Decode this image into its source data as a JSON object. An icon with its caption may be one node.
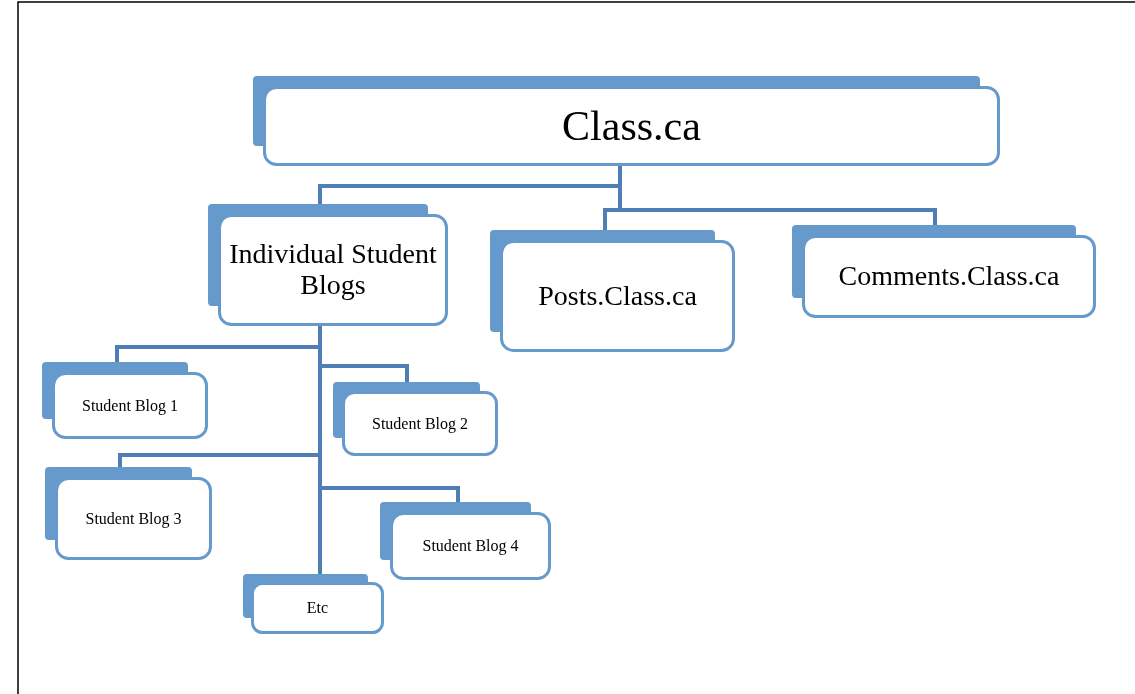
{
  "diagram": {
    "nodes": [
      {
        "text": [
          "Class.ca"
        ]
      },
      {
        "text": [
          "Individual Student Blogs"
        ]
      },
      {
        "text": [
          "Posts.Class.ca"
        ]
      },
      {
        "text": [
          "Comments.Class.ca"
        ]
      },
      {
        "text": [
          "Student Blog 1"
        ]
      },
      {
        "text": [
          "Student Blog 2"
        ]
      },
      {
        "text": [
          "Student Blog 3"
        ]
      },
      {
        "text": [
          "Student Blog 4"
        ]
      },
      {
        "text": [
          "Etc"
        ]
      }
    ],
    "edges": [
      {
        "from": 0,
        "to": 1,
        "arrow": "none"
      },
      {
        "from": 0,
        "to": 2,
        "arrow": "none"
      },
      {
        "from": 0,
        "to": 3,
        "arrow": "none"
      },
      {
        "from": 1,
        "to": 4,
        "arrow": "none"
      },
      {
        "from": 1,
        "to": 5,
        "arrow": "none"
      },
      {
        "from": 1,
        "to": 6,
        "arrow": "none"
      },
      {
        "from": 1,
        "to": 7,
        "arrow": "none"
      },
      {
        "from": 1,
        "to": 8,
        "arrow": "none"
      }
    ]
  }
}
